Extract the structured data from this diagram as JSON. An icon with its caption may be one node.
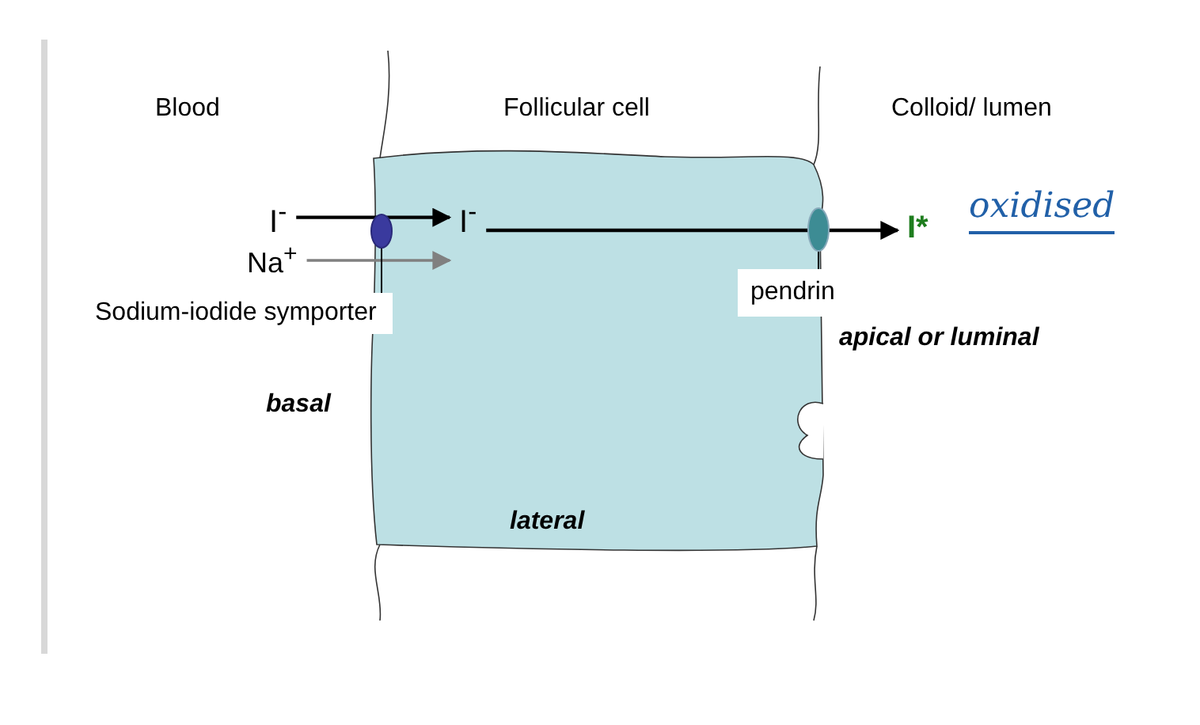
{
  "diagram": {
    "nodes": [
      {
        "text": [
          "I$^{-}$"
        ]
      },
      {
        "text": [
          "Na$^{+}$"
        ]
      },
      {
        "text": [],
        "shape": "oval"
      },
      {
        "text": [
          "Sodium-iodide symporter"
        ]
      },
      {
        "text": [
          "I$^{-}$"
        ]
      },
      {
        "text": [],
        "shape": "oval"
      },
      {
        "text": [
          "pendrin"
        ]
      },
      {
        "text": [
          "I*"
        ]
      }
    ],
    "edges": [
      {
        "from": 0,
        "to": 4,
        "arrow": "to"
      },
      {
        "from": 1,
        "to": 4,
        "arrow": "to",
        "color": "#808080"
      },
      {
        "from": 4,
        "to": 7,
        "arrow": "to"
      },
      {
        "from": 3,
        "to": 2,
        "arrow": "none"
      },
      {
        "from": 6,
        "to": 5,
        "arrow": "none"
      }
    ],
    "labels": [
      "Blood",
      "Follicular cell",
      "Colloid/ lumen",
      "oxidised",
      "apical or luminal",
      "basal",
      "lateral"
    ]
  }
}
